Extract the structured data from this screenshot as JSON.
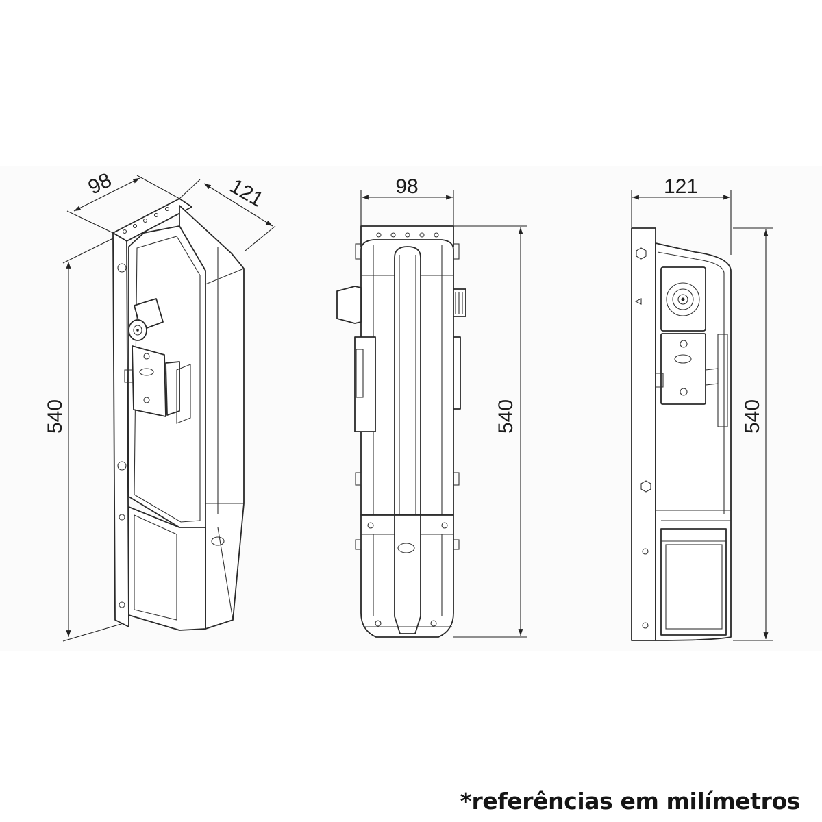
{
  "views": {
    "iso": {
      "width": "98",
      "depth": "121",
      "height": "540"
    },
    "front": {
      "width": "98",
      "height": "540"
    },
    "side": {
      "depth": "121",
      "height": "540"
    }
  },
  "footnote": "*referências em milímetros"
}
